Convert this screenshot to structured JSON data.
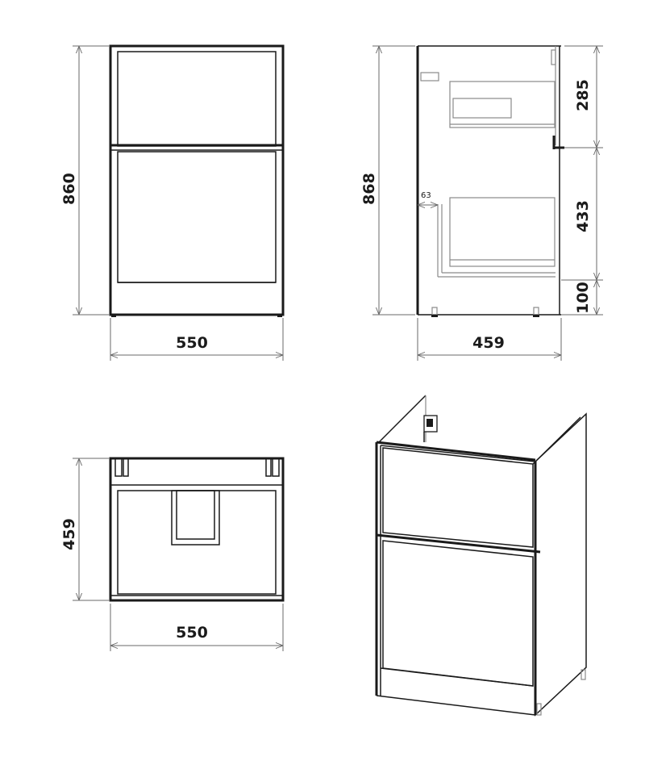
{
  "front_view": {
    "height_label": "860",
    "width_label": "550"
  },
  "side_view": {
    "height_label": "868",
    "depth_label": "459",
    "top_section_label": "285",
    "middle_section_label": "433",
    "plinth_label": "100",
    "inset_label": "63"
  },
  "top_view": {
    "depth_label": "459",
    "width_label": "550"
  }
}
